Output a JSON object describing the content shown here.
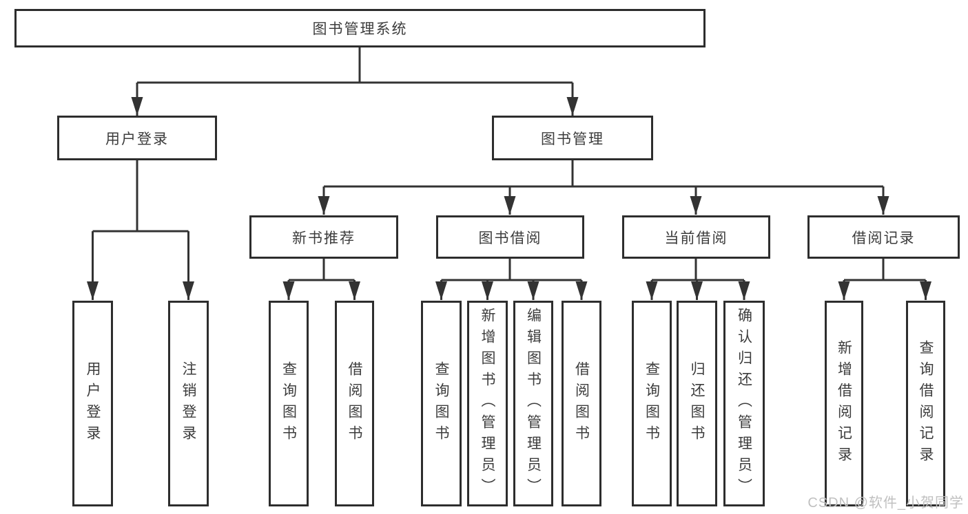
{
  "diagram": {
    "root": {
      "label": "图书管理系统"
    },
    "level2": {
      "user_login": {
        "label": "用户登录"
      },
      "book_mgmt": {
        "label": "图书管理"
      }
    },
    "level3": {
      "new_book_rec": {
        "label": "新书推荐"
      },
      "book_borrow": {
        "label": "图书借阅"
      },
      "current_borrow": {
        "label": "当前借阅"
      },
      "borrow_records": {
        "label": "借阅记录"
      }
    },
    "leaves": {
      "user_login_leaf": {
        "label": "用户登录"
      },
      "logout_leaf": {
        "label": "注销登录"
      },
      "rec_query_book": {
        "label": "查询图书"
      },
      "rec_borrow_book": {
        "label": "借阅图书"
      },
      "bb_query_book": {
        "label": "查询图书"
      },
      "bb_add_book": {
        "label": "新增图书（管理员）"
      },
      "bb_edit_book": {
        "label": "编辑图书（管理员）"
      },
      "bb_borrow_book": {
        "label": "借阅图书"
      },
      "cb_query_book": {
        "label": "查询图书"
      },
      "cb_return_book": {
        "label": "归还图书"
      },
      "cb_confirm_return": {
        "label": "确认归还（管理员）"
      },
      "br_add_record": {
        "label": "新增借阅记录"
      },
      "br_query_record": {
        "label": "查询借阅记录"
      }
    }
  },
  "watermark": {
    "text": "CSDN @软件_小贺同学"
  },
  "colors": {
    "line": "#333333",
    "box_border": "#2d2d2d",
    "text": "#3c3c3c",
    "watermark": "#c0c0c0",
    "background": "#ffffff"
  }
}
